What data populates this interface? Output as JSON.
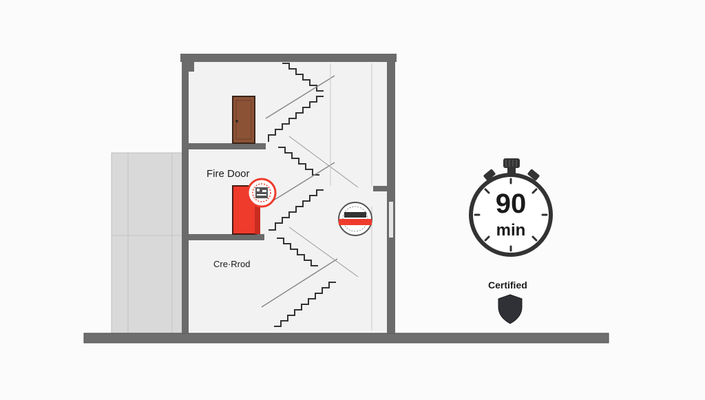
{
  "labels": {
    "fire_door": "Fire Door",
    "fire_rated": "Cre·Rrod",
    "certified": "Certified"
  },
  "timer": {
    "value": "90",
    "unit": "min"
  },
  "icons": {
    "timer": "stopwatch-icon",
    "certified": "shield-icon",
    "seal": "certification-seal-icon"
  },
  "colors": {
    "fire_door": "#ee3b2c",
    "regular_door": "#8b5236",
    "wall": "#6b6b6b",
    "ground": "#6e6e6e",
    "adjacent_building": "#d8d8d8",
    "shield": "#2f3136"
  }
}
